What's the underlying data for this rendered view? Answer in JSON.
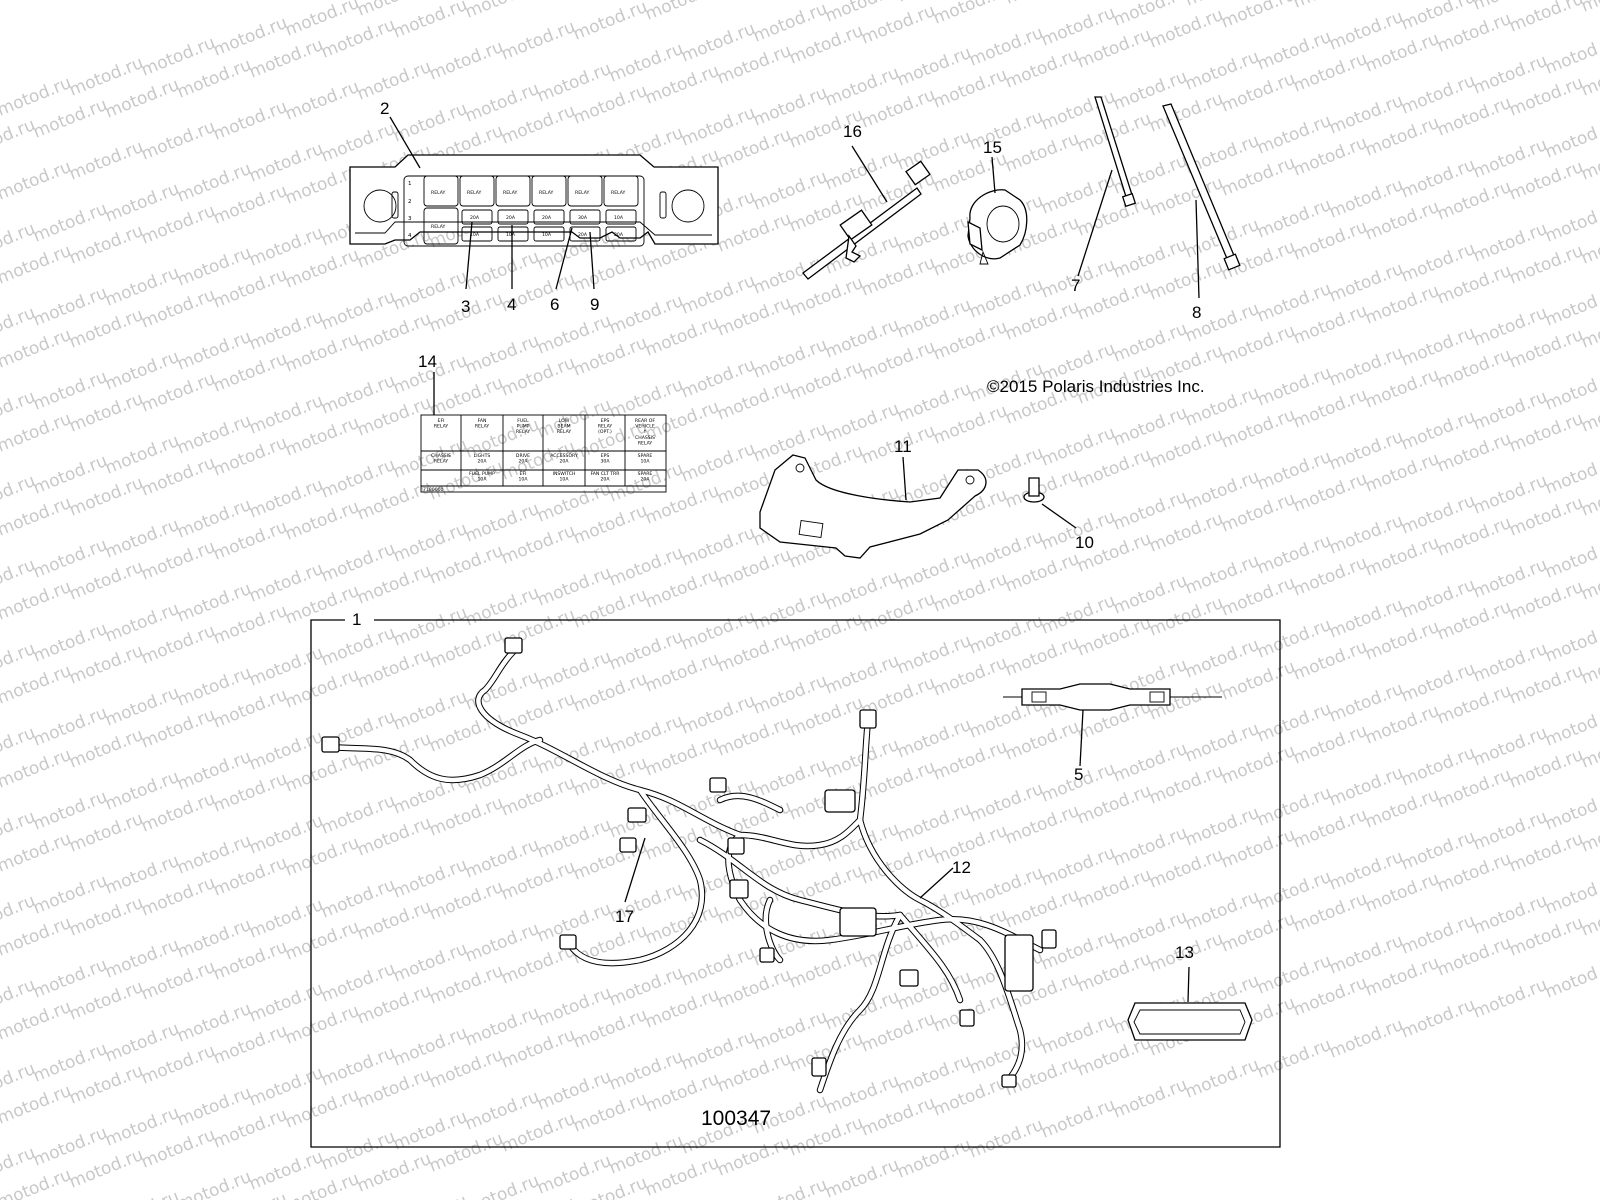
{
  "watermark": "motod.ru",
  "copyright": "©2015 Polaris Industries Inc.",
  "figure_number": "100347",
  "callouts": [
    "1",
    "2",
    "3",
    "4",
    "5",
    "6",
    "7",
    "8",
    "9",
    "10",
    "11",
    "12",
    "13",
    "14",
    "15",
    "16",
    "17"
  ],
  "fuse_box": {
    "row_numbers": [
      "1",
      "2",
      "3",
      "4"
    ],
    "relay_label": "RELAY",
    "fuse_ratings_row3": [
      "20A",
      "20A",
      "20A",
      "30A",
      "10A"
    ],
    "fuse_ratings_row4": [
      "10A",
      "10A",
      "10A",
      "20A",
      "20A"
    ]
  },
  "fuse_label_table": {
    "row1": [
      "EFI\nRELAY",
      "FAN\nRELAY",
      "FUEL\nPUMP\nRELAY",
      "LOW\nBEAM\nRELAY",
      "EPS\nRELAY\n(OPT.)",
      "REAR OF\nVEHICLE\n↑\nCHASSIS\nRELAY"
    ],
    "row2": [
      "CHASSIS\nRELAY",
      "LIGHTS\n20A",
      "DRIVE\n20A",
      "ACCESSORY\n20A",
      "EPS\n30A",
      "SPARE\n10A"
    ],
    "row3": [
      "",
      "FUEL PUMP\n10A",
      "EFI\n10A",
      "INSWITCH\n10A",
      "FAN CLT TRR\n20A",
      "SPARE\n20A"
    ],
    "part_no": "7180000"
  }
}
